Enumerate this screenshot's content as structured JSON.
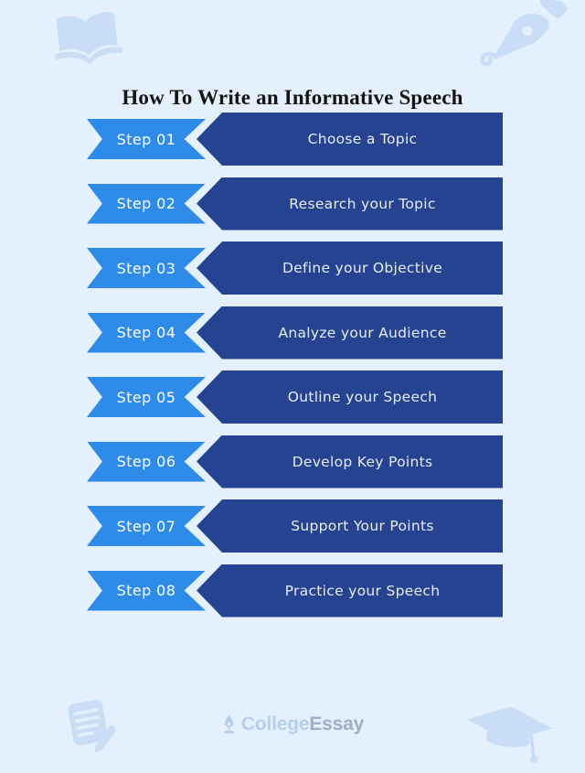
{
  "page": {
    "title": "How To Write an Informative Speech",
    "background_color": "#e4f0fd"
  },
  "colors": {
    "ribbon_light_blue": "#2e8ce8",
    "banner_dark_blue": "#254390",
    "watermark_blue": "#c9def6",
    "title_text": "#141414",
    "banner_text": "#e7ecf6",
    "ribbon_text": "#ffffff",
    "logo_college": "#b7cfec",
    "logo_essay": "#9fadc6"
  },
  "steps": [
    {
      "label": "Step 01",
      "text": "Choose a Topic"
    },
    {
      "label": "Step 02",
      "text": "Research your Topic"
    },
    {
      "label": "Step 03",
      "text": "Define your Objective"
    },
    {
      "label": "Step 04",
      "text": "Analyze your Audience"
    },
    {
      "label": "Step 05",
      "text": "Outline your Speech"
    },
    {
      "label": "Step 06",
      "text": "Develop Key Points"
    },
    {
      "label": "Step 07",
      "text": "Support Your Points"
    },
    {
      "label": "Step 08",
      "text": "Practice your Speech"
    }
  ],
  "decorations": {
    "top_left": "open-book-icon",
    "top_right": "pen-nib-icon",
    "bottom_left": "note-pencil-icon",
    "bottom_right": "graduation-cap-icon"
  },
  "footer": {
    "logo_icon": "logo-nib-icon",
    "logo_college": "College",
    "logo_essay": "Essay"
  }
}
